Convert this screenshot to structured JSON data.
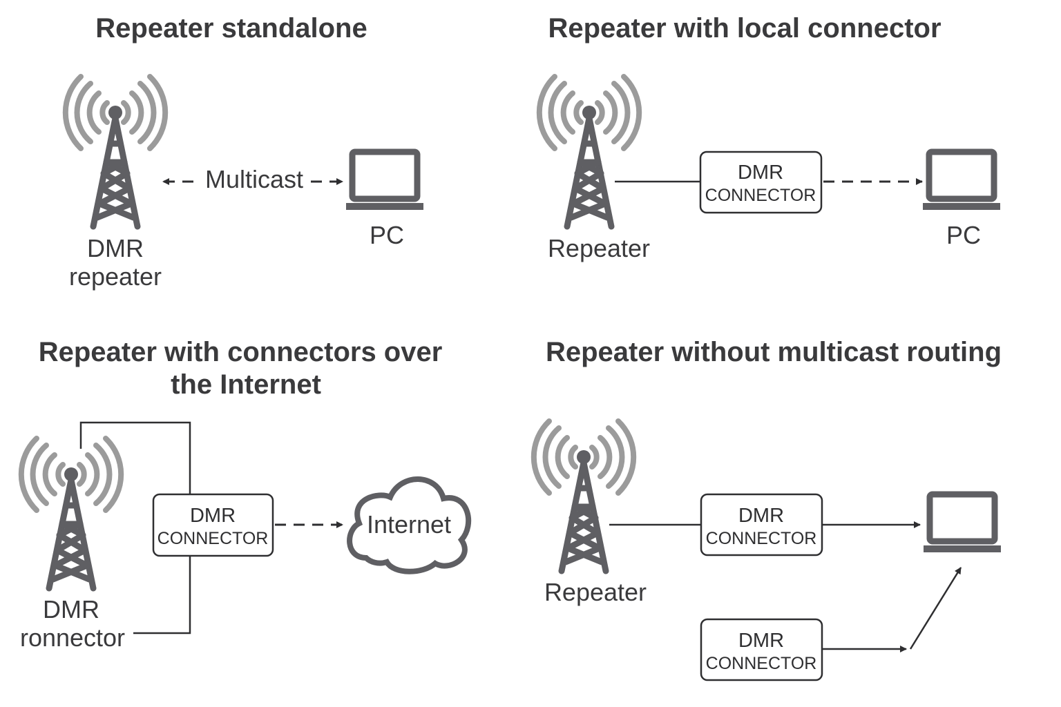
{
  "panels": {
    "p1": {
      "title": "Repeater standalone",
      "tower_label_1": "DMR",
      "tower_label_2": "repeater",
      "link_label": "Multicast",
      "pc_label": "PC"
    },
    "p2": {
      "title": "Repeater with local connector",
      "tower_label": "Repeater",
      "box_line1": "DMR",
      "box_line2": "CONNECTOR",
      "pc_label": "PC"
    },
    "p3": {
      "title_line1": "Repeater with connectors over",
      "title_line2": "the Internet",
      "box_line1": "DMR",
      "box_line2": "CONNECTOR",
      "cloud_label": "Internet",
      "tower_label_1": "DMR",
      "tower_label_2": "ronnector"
    },
    "p4": {
      "title": "Repeater without multicast routing",
      "tower_label": "Repeater",
      "box1_line1": "DMR",
      "box1_line2": "CONNECTOR",
      "box2_line1": "DMR",
      "box2_line2": "CONNECTOR"
    }
  },
  "icons": {
    "tower": "radio-tower-icon",
    "laptop": "laptop-icon",
    "cloud": "cloud-icon"
  },
  "colors": {
    "icon": "#5f5f63",
    "waves": "#9b9b9b",
    "text": "#3a3a3c",
    "lines": "#2e2e30"
  }
}
